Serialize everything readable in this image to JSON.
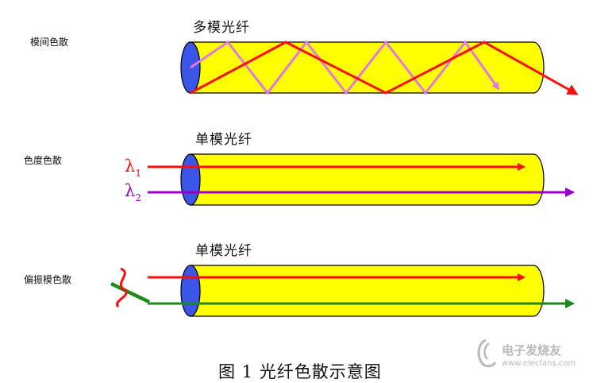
{
  "figure": {
    "caption": "图 1    光纤色散示意图",
    "colors": {
      "fiber_fill": "#ffff00",
      "fiber_end": "#3a55e8",
      "red_ray": "#ff0d0d",
      "pink_ray": "#e377e3",
      "purple_ray": "#9900cc",
      "green_ray": "#1a8a1a"
    }
  },
  "rows": [
    {
      "side_label": "模间色散",
      "fiber_title": "多模光纤"
    },
    {
      "side_label": "色度色散",
      "fiber_title": "单模光纤",
      "lambda1": "λ",
      "lambda1_sub": "1",
      "lambda2": "λ",
      "lambda2_sub": "2"
    },
    {
      "side_label": "偏振模色散",
      "fiber_title": "单模光纤"
    }
  ],
  "watermark": {
    "line1": "电子发烧友",
    "line2": "www.elecfans.com",
    "icon": "elecfans-logo-icon"
  }
}
